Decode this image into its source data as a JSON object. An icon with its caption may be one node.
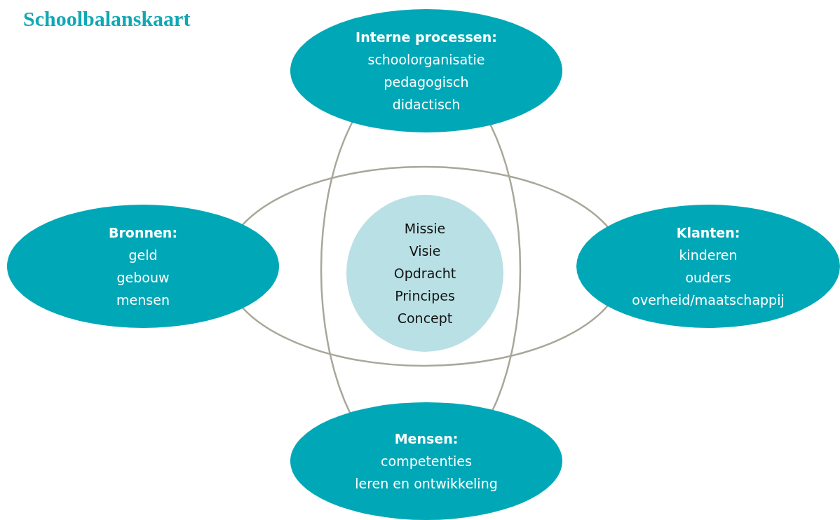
{
  "diagram": {
    "title": "Schoolbalanskaart",
    "nodes": [
      {
        "text": [
          "Interne processen:",
          "schoolorganisatie",
          "pedagogisch",
          "didactisch"
        ]
      },
      {
        "text": [
          "Bronnen:",
          "geld",
          "gebouw",
          "mensen"
        ]
      },
      {
        "text": [
          "Missie",
          "Visie",
          "Opdracht",
          "Principes",
          "Concept"
        ]
      },
      {
        "text": [
          "Klanten:",
          "kinderen",
          "ouders",
          "overheid/maatschappij"
        ]
      },
      {
        "text": [
          "Mensen:",
          "competenties",
          "leren en ontwikkeling"
        ]
      }
    ]
  }
}
